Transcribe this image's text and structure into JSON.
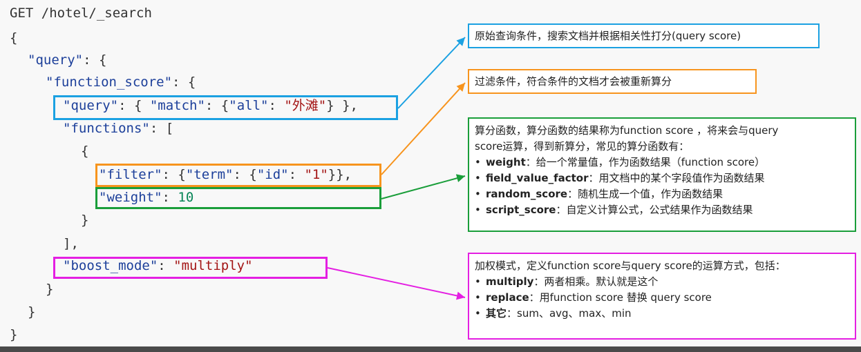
{
  "code": {
    "line_1": "GET /hotel/_search",
    "line_2": "{",
    "line_3": {
      "key": "\"query\"",
      "rest": ": {"
    },
    "line_4": {
      "key": "\"function_score\"",
      "rest": ": {"
    },
    "line_5": {
      "k1": "\"query\"",
      "p1": ": { ",
      "k2": "\"match\"",
      "p2": ": {",
      "k3": "\"all\"",
      "p3": ": ",
      "s1": "\"外滩\"",
      "p4": "} },"
    },
    "line_6": {
      "key": "\"functions\"",
      "rest": ": ["
    },
    "line_7": "{",
    "line_8": {
      "k1": "\"filter\"",
      "p1": ": {",
      "k2": "\"term\"",
      "p2": ": {",
      "k3": "\"id\"",
      "p3": ": ",
      "s1": "\"1\"",
      "p4": "}},"
    },
    "line_9": {
      "key": "\"weight\"",
      "p1": ": ",
      "num": "10"
    },
    "line_10": "}",
    "line_11": "],",
    "line_12": {
      "key": "\"boost_mode\"",
      "p1": ": ",
      "val": "\"multiply\""
    },
    "line_13": "}",
    "line_14": "}",
    "line_15": "}"
  },
  "notes": {
    "original_query": "原始查询条件，搜索文档并根据相关性打分(query score)",
    "filter": "过滤条件，符合条件的文档才会被重新算分",
    "functions": {
      "intro_1": "算分函数，算分函数的结果称为function score ，将来会与query",
      "intro_2": "score运算，得到新算分，常见的算分函数有：",
      "items": [
        {
          "bullet": "•",
          "term": "weight",
          "desc": "：给一个常量值，作为函数结果（function score）"
        },
        {
          "bullet": "•",
          "term": "field_value_factor",
          "desc": "：用文档中的某个字段值作为函数结果"
        },
        {
          "bullet": "•",
          "term": "random_score",
          "desc": "：随机生成一个值，作为函数结果"
        },
        {
          "bullet": "•",
          "term": "script_score",
          "desc": "：自定义计算公式，公式结果作为函数结果"
        }
      ]
    },
    "boost_mode": {
      "intro": "加权模式，定义function score与query score的运算方式，包括：",
      "items": [
        {
          "bullet": "•",
          "term": "multiply",
          "desc": "：两者相乘。默认就是这个"
        },
        {
          "bullet": "•",
          "term": "replace",
          "desc": "：用function score 替换 query score"
        },
        {
          "bullet": "•",
          "term": "其它",
          "desc": "：sum、avg、max、min"
        }
      ]
    }
  },
  "colors": {
    "query_highlight": "#1ba1e2",
    "filter_highlight": "#f7941d",
    "weight_highlight": "#1a9e3a",
    "boost_mode_highlight": "#e41fe2",
    "json_key": "#1c3f9a",
    "json_string": "#a31515",
    "json_number": "#098658"
  }
}
